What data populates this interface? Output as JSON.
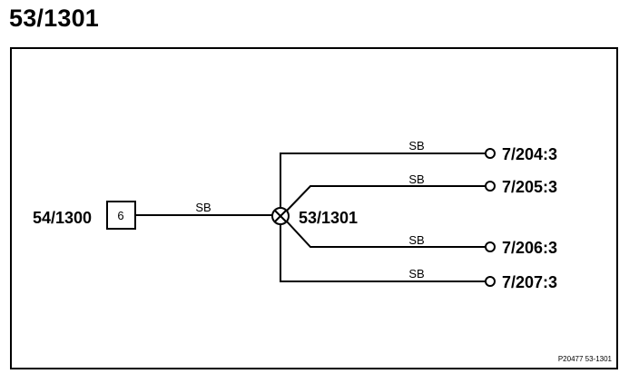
{
  "title": "53/1301",
  "diagram": {
    "source_connector": {
      "label": "54/1300",
      "pin": "6"
    },
    "splice": {
      "label": "53/1301"
    },
    "main_wire": {
      "color_code": "SB"
    },
    "branches": [
      {
        "wire": "SB",
        "destination": "7/204:3"
      },
      {
        "wire": "SB",
        "destination": "7/205:3"
      },
      {
        "wire": "SB",
        "destination": "7/206:3"
      },
      {
        "wire": "SB",
        "destination": "7/207:3"
      }
    ],
    "reference": "P20477  53-1301"
  },
  "colors": {
    "line": "#000000",
    "background": "#ffffff"
  }
}
